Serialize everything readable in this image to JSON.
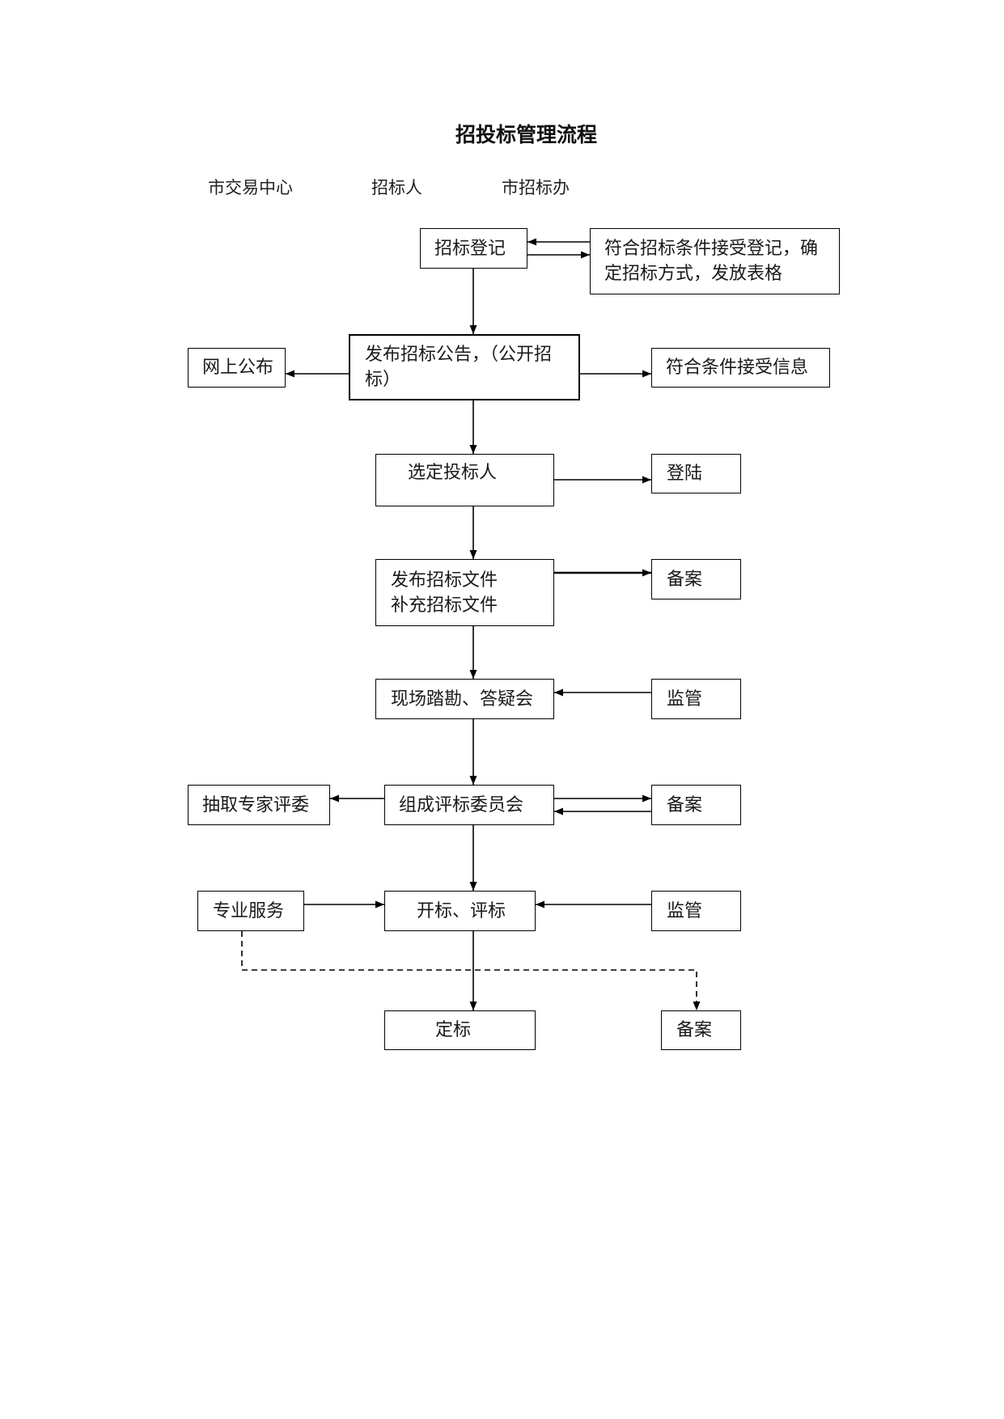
{
  "title": "招投标管理流程",
  "columns": [
    "市交易中心",
    "招标人",
    "市招标办"
  ],
  "nodes": {
    "registration": {
      "lines": [
        "招标登记"
      ]
    },
    "registration_review": {
      "lines": [
        "符合招标条件接受登记，确",
        "定招标方式，发放表格"
      ]
    },
    "publish_notice": {
      "lines": [
        "发布招标公告，（公开招",
        "标）"
      ]
    },
    "online_publish": {
      "lines": [
        "网上公布"
      ]
    },
    "accept_info": {
      "lines": [
        "符合条件接受信息"
      ]
    },
    "select_bidders": {
      "lines": [
        "选定投标人"
      ]
    },
    "login": {
      "lines": [
        "登陆"
      ]
    },
    "bid_documents": {
      "lines": [
        "发布招标文件",
        "补充招标文件"
      ]
    },
    "filing_1": {
      "lines": [
        "备案"
      ]
    },
    "site_visit": {
      "lines": [
        "现场踏勘、答疑会"
      ]
    },
    "supervision_1": {
      "lines": [
        "监管"
      ]
    },
    "draw_experts": {
      "lines": [
        "抽取专家评委"
      ]
    },
    "form_committee": {
      "lines": [
        "组成评标委员会"
      ]
    },
    "filing_2": {
      "lines": [
        "备案"
      ]
    },
    "professional_service": {
      "lines": [
        "专业服务"
      ]
    },
    "bid_opening": {
      "lines": [
        "开标、评标"
      ]
    },
    "supervision_2": {
      "lines": [
        "监管"
      ]
    },
    "award": {
      "lines": [
        "定标"
      ]
    },
    "filing_3": {
      "lines": [
        "备案"
      ]
    }
  }
}
